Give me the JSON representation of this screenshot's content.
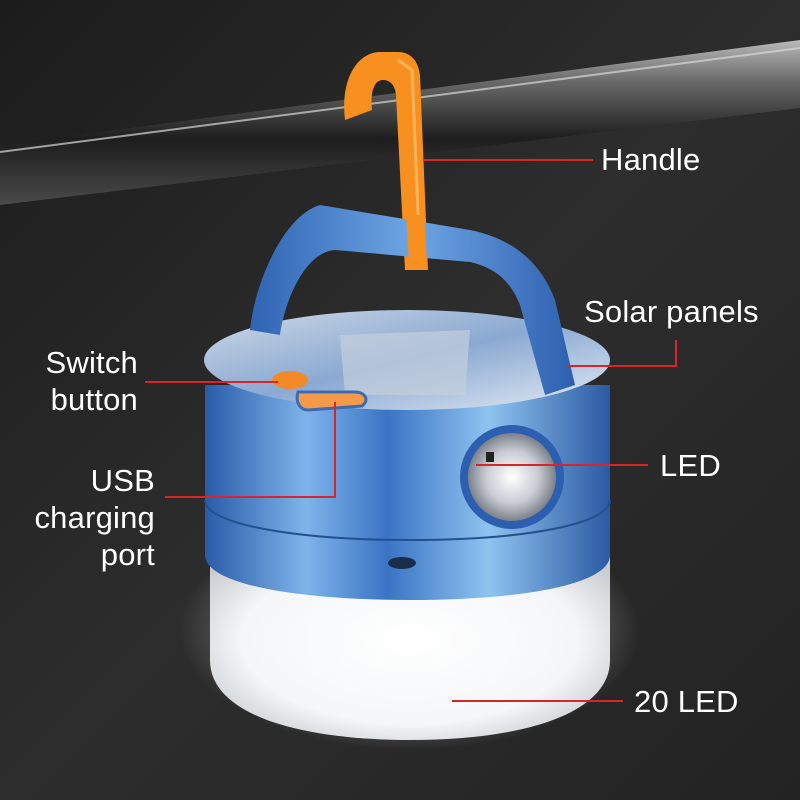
{
  "product": {
    "type": "solar camping lantern",
    "colors": {
      "background": "#2a2a2a",
      "body": "#3f78c8",
      "hook": "#f7901e",
      "leader_line": "#d9252a",
      "label_text": "#ffffff"
    }
  },
  "callouts": [
    {
      "id": "handle",
      "lines": [
        "Handle"
      ]
    },
    {
      "id": "solar",
      "lines": [
        "Solar panels"
      ]
    },
    {
      "id": "switch",
      "lines": [
        "Switch",
        "button"
      ]
    },
    {
      "id": "led",
      "lines": [
        "LED"
      ]
    },
    {
      "id": "usb",
      "lines": [
        "USB",
        "charging",
        "port"
      ]
    },
    {
      "id": "led20",
      "lines": [
        "20 LED"
      ]
    }
  ]
}
